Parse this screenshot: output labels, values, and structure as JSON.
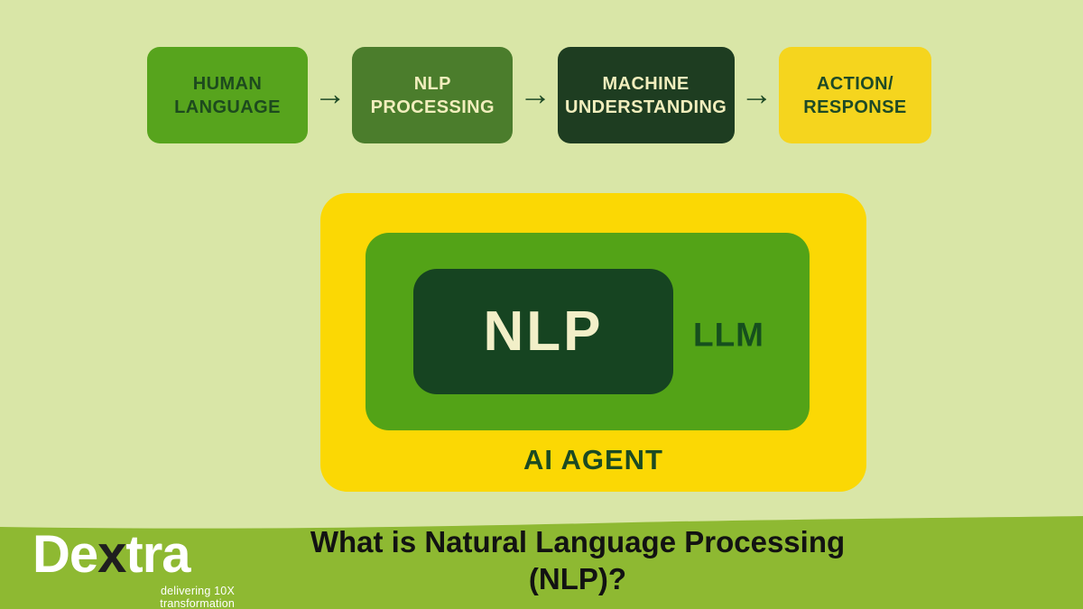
{
  "colors": {
    "page_bg": "#d9e6a7",
    "step1_bg": "#57a41d",
    "step1_fg": "#1d4a1e",
    "step2_bg": "#4b7d2c",
    "step2_fg": "#f1eebd",
    "step3_bg": "#1e3d21",
    "step3_fg": "#f1eebd",
    "step4_bg": "#f5d51e",
    "step4_fg": "#1e4a26",
    "arrow_fg": "#1e4a26",
    "agent_bg": "#fbd804",
    "llm_bg": "#53a317",
    "nlp_bg": "#164421",
    "nlp_fg": "#f2efc8",
    "llm_fg": "#164f1e",
    "agent_fg": "#1b4a22",
    "banner_bg": "#8eb932",
    "title_fg": "#121212",
    "logo_fg": "#ffffff",
    "logo_x_fg": "#1f1f1f",
    "tagline_fg": "#ffffff"
  },
  "flow": {
    "arrow_glyph": "→",
    "steps": [
      {
        "lines": [
          "HUMAN",
          "LANGUAGE"
        ]
      },
      {
        "lines": [
          "NLP",
          "PROCESSING"
        ]
      },
      {
        "lines": [
          "MACHINE",
          "UNDERSTANDING"
        ]
      },
      {
        "lines": [
          "ACTION/",
          "RESPONSE"
        ]
      }
    ]
  },
  "diagram": {
    "nlp_label": "NLP",
    "llm_label": "LLM",
    "agent_label": "AI AGENT"
  },
  "footer": {
    "logo": {
      "part1": "De",
      "part2": "x",
      "part3": "tra"
    },
    "tagline": "delivering 10X transformation",
    "title_line1": "What is Natural Language Processing",
    "title_line2": "(NLP)?"
  }
}
